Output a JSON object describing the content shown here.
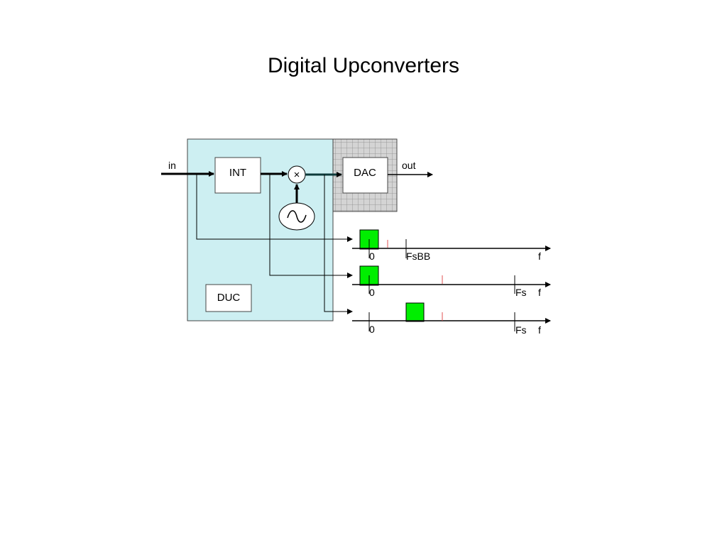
{
  "title": "Digital Upconverters",
  "diagram": {
    "input_label": "in",
    "output_label": "out",
    "interpolator_label": "INT",
    "dac_label": "DAC",
    "duc_label": "DUC",
    "mixer_symbol": "×",
    "oscillator_symbol": "∿"
  },
  "spectra": [
    {
      "zero_label": "0",
      "rate_label": "FsBB",
      "axis_label": "f"
    },
    {
      "zero_label": "0",
      "rate_label": "Fs",
      "axis_label": "f"
    },
    {
      "zero_label": "0",
      "rate_label": "Fs",
      "axis_label": "f"
    }
  ],
  "colors": {
    "duc_fill": "#cdeff2",
    "dac_fill": "#d4d4d4",
    "signal_fill": "#00ee00",
    "image_marker": "#e05050"
  }
}
